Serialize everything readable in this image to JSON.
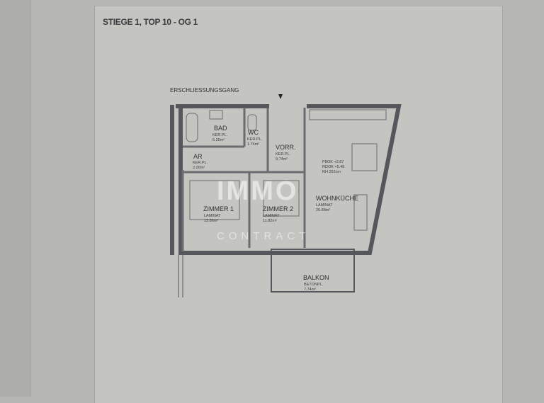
{
  "title": "STIEGE 1, TOP 10 - OG 1",
  "corridor": "ERSCHLIESSUNGSGANG",
  "rooms": [
    {
      "name": "BAD",
      "floor": "KER.PL.",
      "area": "6.25m²"
    },
    {
      "name": "WC",
      "floor": "KER.PL.",
      "area": "1.74m²"
    },
    {
      "name": "AR",
      "floor": "KER.PL.",
      "area": "2.00m²"
    },
    {
      "name": "VORR.",
      "floor": "KER.PL.",
      "area": "9.74m²"
    },
    {
      "name": "ZIMMER 1",
      "floor": "LAMINAT",
      "area": "13.86m²"
    },
    {
      "name": "ZIMMER 2",
      "floor": "LAMINAT",
      "area": "11.82m²"
    },
    {
      "name": "WOHNKÜCHE",
      "floor": "LAMINAT",
      "area": "25.88m²"
    },
    {
      "name": "BALKON",
      "floor": "BETONPL.",
      "area": "7.74m²"
    }
  ],
  "heights": [
    "FBOK +2.87",
    "RDOK +5.48",
    "RH 252cm"
  ],
  "watermark": {
    "main": "IMMO",
    "sub": "CONTRACT"
  },
  "colors": {
    "wall": "#55575c",
    "paper": "#c4c5c0"
  }
}
